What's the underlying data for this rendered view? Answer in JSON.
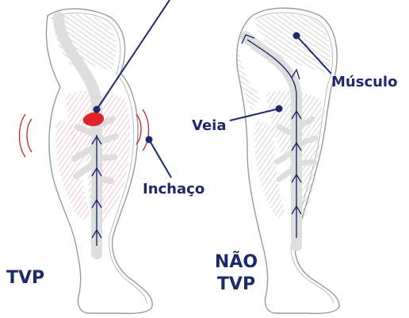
{
  "labels": {
    "swelling": "Inchaço",
    "vein": "Veia",
    "muscle": "Músculo",
    "dvt": "TVP",
    "no_dvt_line1": "NÃO",
    "no_dvt_line2": "TVP"
  },
  "colors": {
    "navy": "#1c2a6b",
    "clot_red": "#e0242c",
    "swelling_red": "#d21f26",
    "muscle_hatch_pink": "#e8a0ae",
    "muscle_hatch_gray": "#b9b9b9",
    "vein_gray": "#dedede",
    "outline": "#9a9a9a"
  }
}
